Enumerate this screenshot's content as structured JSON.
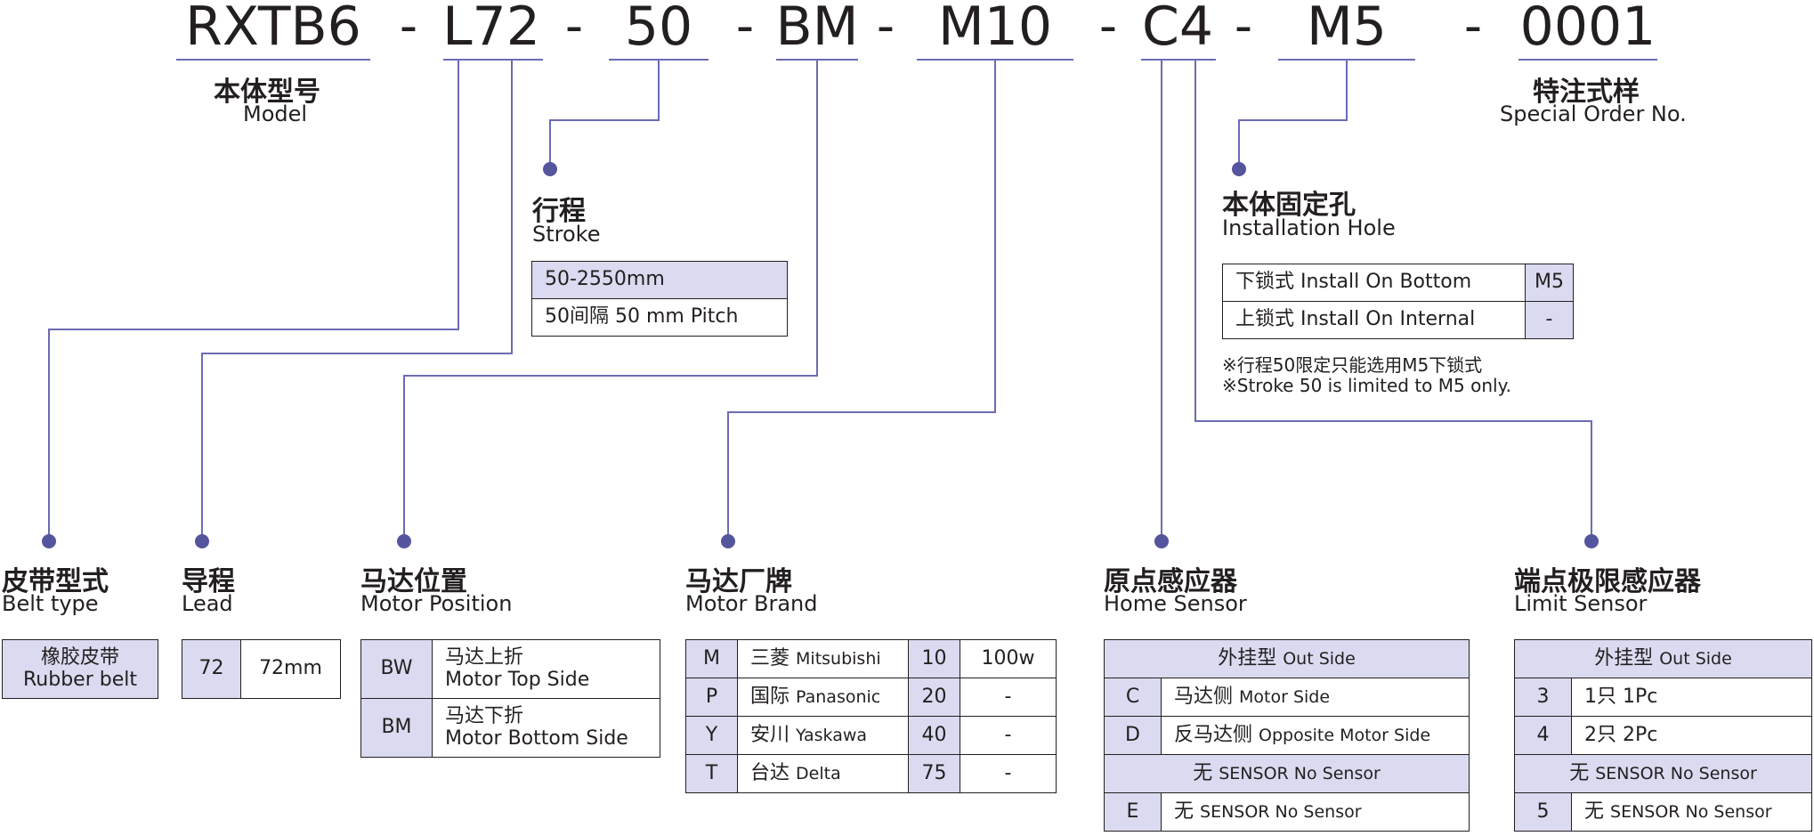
{
  "model_code": {
    "segments": [
      "RXTB6",
      "L72",
      "50",
      "BM",
      "M10",
      "C4",
      "M5",
      "0001"
    ],
    "separator": "-"
  },
  "colors": {
    "accent": "#6b6cb3",
    "header_fill": "#dadbf0",
    "text": "#231f20",
    "line": "#6b6cb3"
  },
  "model": {
    "cn": "本体型号",
    "en": "Model"
  },
  "special_order": {
    "cn": "特注式样",
    "en": "Special Order No."
  },
  "stroke": {
    "cn": "行程",
    "en": "Stroke",
    "rows": [
      "50-2550mm",
      "50间隔 50 mm Pitch"
    ]
  },
  "install_hole": {
    "cn": "本体固定孔",
    "en": "Installation Hole",
    "rows": [
      {
        "label": "下锁式 Install On Bottom",
        "code": "M5"
      },
      {
        "label": "上锁式 Install On Internal",
        "code": "-"
      }
    ],
    "notes": [
      "※行程50限定只能选用M5下锁式",
      "※Stroke 50 is limited to M5 only."
    ]
  },
  "belt_type": {
    "cn": "皮带型式",
    "en": "Belt type",
    "value_cn": "橡胶皮带",
    "value_en": "Rubber belt"
  },
  "lead": {
    "cn": "导程",
    "en": "Lead",
    "code": "72",
    "value": "72mm"
  },
  "motor_position": {
    "cn": "马达位置",
    "en": "Motor Position",
    "rows": [
      {
        "code": "BW",
        "cn": "马达上折",
        "en": "Motor Top Side"
      },
      {
        "code": "BM",
        "cn": "马达下折",
        "en": "Motor Bottom Side"
      }
    ]
  },
  "motor_brand": {
    "cn": "马达厂牌",
    "en": "Motor Brand",
    "rows": [
      {
        "code": "M",
        "cn": "三菱",
        "en": "Mitsubishi",
        "power_code": "10",
        "power": "100w"
      },
      {
        "code": "P",
        "cn": "国际",
        "en": "Panasonic",
        "power_code": "20",
        "power": "-"
      },
      {
        "code": "Y",
        "cn": "安川",
        "en": "Yaskawa",
        "power_code": "40",
        "power": "-"
      },
      {
        "code": "T",
        "cn": "台达",
        "en": "Delta",
        "power_code": "75",
        "power": "-"
      }
    ]
  },
  "home_sensor": {
    "cn": "原点感应器",
    "en": "Home Sensor",
    "header1": {
      "cn": "外挂型",
      "en": "Out Side"
    },
    "rows1": [
      {
        "code": "C",
        "cn": "马达侧",
        "en": "Motor Side"
      },
      {
        "code": "D",
        "cn": "反马达侧",
        "en": "Opposite Motor Side"
      }
    ],
    "header2": {
      "cn": "无",
      "en": "SENSOR  No Sensor"
    },
    "rows2": [
      {
        "code": "E",
        "cn": "无",
        "en": "SENSOR  No Sensor"
      }
    ]
  },
  "limit_sensor": {
    "cn": "端点极限感应器",
    "en": "Limit Sensor",
    "header1": {
      "cn": "外挂型",
      "en": "Out Side"
    },
    "rows1": [
      {
        "code": "3",
        "value": "1只 1Pc"
      },
      {
        "code": "4",
        "value": "2只 2Pc"
      }
    ],
    "header2": {
      "cn": "无",
      "en": "SENSOR  No Sensor"
    },
    "rows2": [
      {
        "code": "5",
        "cn": "无",
        "en": "SENSOR  No Sensor"
      }
    ]
  }
}
